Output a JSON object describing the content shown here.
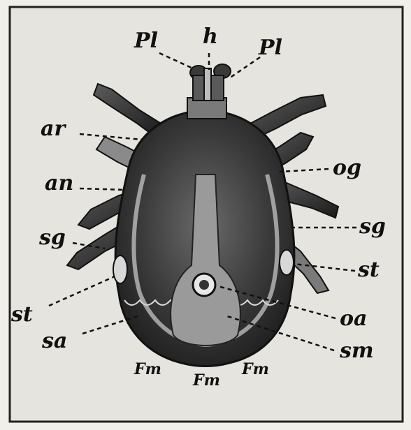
{
  "labels": {
    "Pl_left": "Pl",
    "h": "h",
    "Pl_right": "Pl",
    "ar": "ar",
    "an": "an",
    "sg_left": "sg",
    "st_left": "st",
    "sa": "sa",
    "og": "og",
    "sg_right": "sg",
    "st_right": "st",
    "oa": "oa",
    "sm": "sm",
    "Fm_left": "Fm",
    "Fm_mid": "Fm",
    "Fm_right": "Fm"
  }
}
